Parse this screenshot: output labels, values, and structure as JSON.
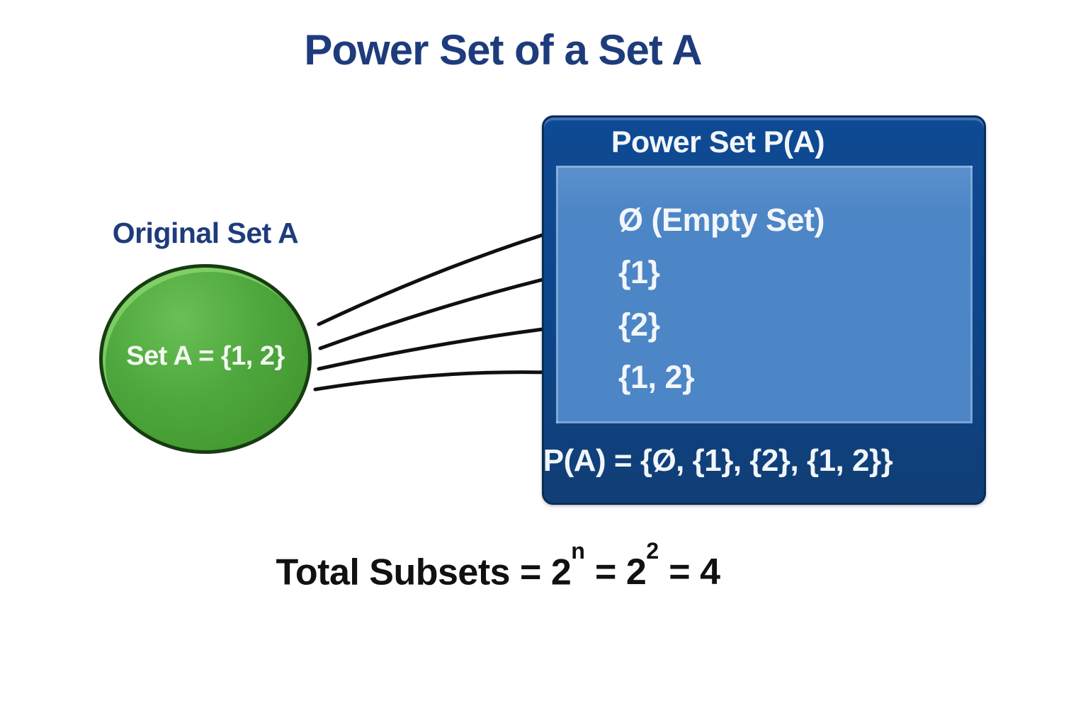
{
  "title": "Power Set of a Set A",
  "original_set": {
    "label": "Original Set A",
    "value": "Set A = {1, 2}"
  },
  "power_set_box": {
    "header": "Power Set P(A)",
    "subsets": [
      "Ø (Empty Set)",
      "{1}",
      "{2}",
      "{1, 2}"
    ],
    "footer": "P(A) = {Ø, {1}, {2}, {1, 2}}"
  },
  "formula": {
    "lhs": "Total Subsets = 2",
    "exp_n": "n",
    "mid": "= 2",
    "exp_2": "2",
    "rhs": "= 4"
  },
  "colors": {
    "navy_text": "#1e3c7c",
    "box_header_blue": "#0e4a94",
    "box_body_blue": "#4d86c6",
    "box_footer_blue": "#113e75",
    "circle_green": "#4ea73d",
    "circle_border_green": "#173c12",
    "arrow_black": "#101010",
    "white_text": "#f2f6fa"
  }
}
